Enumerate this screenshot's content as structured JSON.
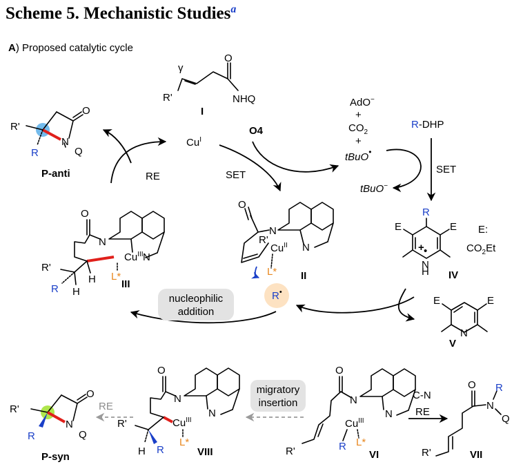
{
  "header": {
    "scheme_title": "Scheme 5. Mechanistic Studies",
    "scheme_sup": "a",
    "section_letter": "A",
    "section_title": ") Proposed catalytic cycle"
  },
  "colors": {
    "blue": "#1a3fc8",
    "orange": "#e8871e",
    "red": "#e0201b",
    "highlight_blue": "#5aaee8",
    "highlight_green": "#a6e33a",
    "radical_bg": "#fde2c2",
    "box_bg": "#e3e3e3"
  },
  "substrate": {
    "gamma": "γ",
    "r_prime": "R'",
    "nhq": "NHQ",
    "label": "I"
  },
  "cycle": {
    "cu_i": "Cu",
    "cu_i_ox": "I",
    "o4": "O4",
    "set_left": "SET",
    "re": "RE",
    "oxidant_line1": "AdO",
    "oxidant_sup1": "−",
    "plus": "+",
    "co2": "CO",
    "co2_sub": "2",
    "tbuo": "tBuO",
    "tbuo_minus": "tBuO",
    "minus": "−",
    "rdhp_r": "R",
    "rdhp_rest": "-DHP",
    "set_right": "SET",
    "nucleophilic_line1": "nucleophilic",
    "nucleophilic_line2": "addition",
    "radical": "R"
  },
  "p_anti": {
    "r_prime": "R'",
    "r": "R",
    "o": "O",
    "n": "N",
    "q": "Q",
    "label": "P-anti"
  },
  "int_II": {
    "o": "O",
    "n": "N",
    "n2": "N",
    "r_prime": "R'",
    "cu": "Cu",
    "cu_ox": "II",
    "l": "L*",
    "label": "II"
  },
  "int_III": {
    "o": "O",
    "n": "N",
    "n2": "N",
    "r_prime": "R'",
    "cu": "Cu",
    "cu_ox": "III",
    "l": "L*",
    "r": "R",
    "h1": "H",
    "h2": "H",
    "label": "III"
  },
  "int_IV": {
    "r": "R",
    "e1": "E",
    "e2": "E",
    "n": "N",
    "h": "H",
    "plus": "+",
    "dot": "•",
    "label": "IV",
    "e_def": "E:",
    "e_def2": "CO",
    "e_def2_sub": "2",
    "e_def2_rest": "Et"
  },
  "int_V": {
    "e1": "E",
    "e2": "E",
    "n": "N",
    "label": "V"
  },
  "bottom": {
    "migratory_line1": "migratory",
    "migratory_line2": "insertion",
    "re_gray": "RE",
    "cn": "C-N",
    "re": "RE"
  },
  "p_syn": {
    "r_prime": "R'",
    "r": "R",
    "o": "O",
    "n": "N",
    "q": "Q",
    "label": "P-syn"
  },
  "int_VIII": {
    "o": "O",
    "n": "N",
    "n2": "N",
    "cu": "Cu",
    "cu_ox": "III",
    "l": "L*",
    "r_prime": "R'",
    "r": "R",
    "h": "H",
    "label": "VIII"
  },
  "int_VI": {
    "o": "O",
    "n": "N",
    "n2": "N",
    "cu": "Cu",
    "cu_ox": "III",
    "r": "R",
    "l": "L*",
    "r_prime": "R'",
    "label": "VI"
  },
  "int_VII": {
    "o": "O",
    "n": "N",
    "r": "R",
    "q": "Q",
    "r_prime": "R'",
    "label": "VII"
  }
}
